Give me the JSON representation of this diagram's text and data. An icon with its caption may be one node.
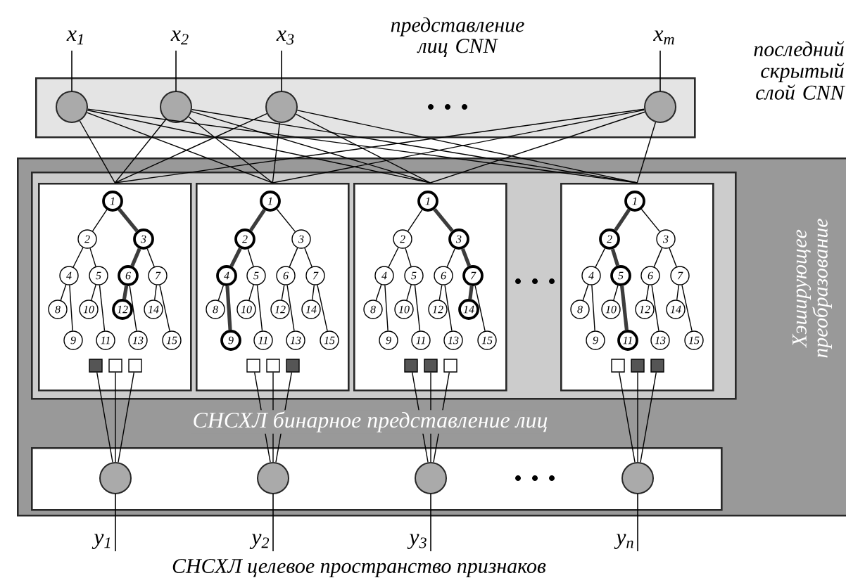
{
  "diagram": {
    "nodes": [
      {
        "text": [],
        "shape": "box"
      },
      {
        "text": [],
        "shape": "circle",
        "in": 0,
        "beside": [
          "x$_{1}$"
        ]
      },
      {
        "text": [],
        "shape": "circle",
        "in": 0,
        "beside": [
          "x$_{2}$"
        ]
      },
      {
        "text": [],
        "shape": "circle",
        "in": 0,
        "beside": [
          "x$_{3}$"
        ]
      },
      {
        "text": [],
        "shape": "circle",
        "in": 0,
        "beside": [
          "x$_{m}$"
        ]
      },
      {
        "text": [
          "Хэширующее преобразование"
        ]
      },
      {
        "text": [],
        "shape": "box",
        "in": 5
      },
      {
        "text": [],
        "shape": "box",
        "in": 6
      },
      {
        "text": [
          "1"
        ],
        "in": 7
      },
      {
        "text": [
          "2"
        ],
        "in": 7
      },
      {
        "text": [
          "3"
        ],
        "in": 7
      },
      {
        "text": [
          "4"
        ],
        "in": 7
      },
      {
        "text": [
          "5"
        ],
        "in": 7
      },
      {
        "text": [
          "6"
        ],
        "in": 7
      },
      {
        "text": [
          "7"
        ],
        "in": 7
      },
      {
        "text": [
          "8"
        ],
        "in": 7
      },
      {
        "text": [
          "9"
        ],
        "in": 7
      },
      {
        "text": [
          "10"
        ],
        "in": 7
      },
      {
        "text": [
          "11"
        ],
        "in": 7
      },
      {
        "text": [
          "12"
        ],
        "in": 7
      },
      {
        "text": [
          "13"
        ],
        "in": 7
      },
      {
        "text": [
          "14"
        ],
        "in": 7
      },
      {
        "text": [
          "15"
        ],
        "in": 7
      },
      {
        "text": [],
        "shape": "box",
        "in": 7
      },
      {
        "text": [],
        "shape": "box",
        "in": 7
      },
      {
        "text": [],
        "shape": "box",
        "in": 7
      },
      {
        "text": [],
        "shape": "box",
        "in": 6
      },
      {
        "text": [
          "1"
        ],
        "in": 26
      },
      {
        "text": [
          "2"
        ],
        "in": 26
      },
      {
        "text": [
          "3"
        ],
        "in": 26
      },
      {
        "text": [
          "4"
        ],
        "in": 26
      },
      {
        "text": [
          "5"
        ],
        "in": 26
      },
      {
        "text": [
          "6"
        ],
        "in": 26
      },
      {
        "text": [
          "7"
        ],
        "in": 26
      },
      {
        "text": [
          "8"
        ],
        "in": 26
      },
      {
        "text": [
          "9"
        ],
        "in": 26
      },
      {
        "text": [
          "10"
        ],
        "in": 26
      },
      {
        "text": [
          "11"
        ],
        "in": 26
      },
      {
        "text": [
          "12"
        ],
        "in": 26
      },
      {
        "text": [
          "13"
        ],
        "in": 26
      },
      {
        "text": [
          "14"
        ],
        "in": 26
      },
      {
        "text": [
          "15"
        ],
        "in": 26
      },
      {
        "text": [],
        "shape": "box",
        "in": 26
      },
      {
        "text": [],
        "shape": "box",
        "in": 26
      },
      {
        "text": [],
        "shape": "box",
        "in": 26
      },
      {
        "text": [],
        "shape": "box",
        "in": 6
      },
      {
        "text": [
          "1"
        ],
        "in": 45
      },
      {
        "text": [
          "2"
        ],
        "in": 45
      },
      {
        "text": [
          "3"
        ],
        "in": 45
      },
      {
        "text": [
          "4"
        ],
        "in": 45
      },
      {
        "text": [
          "5"
        ],
        "in": 45
      },
      {
        "text": [
          "6"
        ],
        "in": 45
      },
      {
        "text": [
          "7"
        ],
        "in": 45
      },
      {
        "text": [
          "8"
        ],
        "in": 45
      },
      {
        "text": [
          "9"
        ],
        "in": 45
      },
      {
        "text": [
          "10"
        ],
        "in": 45
      },
      {
        "text": [
          "11"
        ],
        "in": 45
      },
      {
        "text": [
          "12"
        ],
        "in": 45
      },
      {
        "text": [
          "13"
        ],
        "in": 45
      },
      {
        "text": [
          "14"
        ],
        "in": 45
      },
      {
        "text": [
          "15"
        ],
        "in": 45
      },
      {
        "text": [],
        "shape": "box",
        "in": 45
      },
      {
        "text": [],
        "shape": "box",
        "in": 45
      },
      {
        "text": [],
        "shape": "box",
        "in": 45
      },
      {
        "text": [],
        "shape": "box",
        "in": 6
      },
      {
        "text": [
          "1"
        ],
        "in": 64
      },
      {
        "text": [
          "2"
        ],
        "in": 64
      },
      {
        "text": [
          "3"
        ],
        "in": 64
      },
      {
        "text": [
          "4"
        ],
        "in": 64
      },
      {
        "text": [
          "5"
        ],
        "in": 64
      },
      {
        "text": [
          "6"
        ],
        "in": 64
      },
      {
        "text": [
          "7"
        ],
        "in": 64
      },
      {
        "text": [
          "8"
        ],
        "in": 64
      },
      {
        "text": [
          "9"
        ],
        "in": 64
      },
      {
        "text": [
          "10"
        ],
        "in": 64
      },
      {
        "text": [
          "11"
        ],
        "in": 64
      },
      {
        "text": [
          "12"
        ],
        "in": 64
      },
      {
        "text": [
          "13"
        ],
        "in": 64
      },
      {
        "text": [
          "14"
        ],
        "in": 64
      },
      {
        "text": [
          "15"
        ],
        "in": 64
      },
      {
        "text": [],
        "shape": "box",
        "in": 64
      },
      {
        "text": [],
        "shape": "box",
        "in": 64
      },
      {
        "text": [],
        "shape": "box",
        "in": 64
      },
      {
        "text": [],
        "shape": "box",
        "in": 5
      },
      {
        "text": [],
        "shape": "circle",
        "in": 83,
        "beside": [
          "y$_{1}$"
        ]
      },
      {
        "text": [],
        "shape": "circle",
        "in": 83,
        "beside": [
          "y$_{2}$"
        ]
      },
      {
        "text": [],
        "shape": "circle",
        "in": 83,
        "beside": [
          "y$_{3}$"
        ]
      },
      {
        "text": [],
        "shape": "circle",
        "in": 83,
        "beside": [
          "y$_{n}$"
        ]
      }
    ],
    "edges": [
      {
        "from": 1,
        "to": 7,
        "arrow": "none"
      },
      {
        "from": 1,
        "to": 26,
        "arrow": "none"
      },
      {
        "from": 1,
        "to": 45,
        "arrow": "none"
      },
      {
        "from": 1,
        "to": 64,
        "arrow": "none"
      },
      {
        "from": 2,
        "to": 7,
        "arrow": "none"
      },
      {
        "from": 2,
        "to": 26,
        "arrow": "none"
      },
      {
        "from": 2,
        "to": 45,
        "arrow": "none"
      },
      {
        "from": 2,
        "to": 64,
        "arrow": "none"
      },
      {
        "from": 3,
        "to": 7,
        "arrow": "none"
      },
      {
        "from": 3,
        "to": 26,
        "arrow": "none"
      },
      {
        "from": 3,
        "to": 45,
        "arrow": "none"
      },
      {
        "from": 3,
        "to": 64,
        "arrow": "none"
      },
      {
        "from": 4,
        "to": 7,
        "arrow": "none"
      },
      {
        "from": 4,
        "to": 26,
        "arrow": "none"
      },
      {
        "from": 4,
        "to": 45,
        "arrow": "none"
      },
      {
        "from": 4,
        "to": 64,
        "arrow": "none"
      },
      {
        "from": 8,
        "to": 9,
        "arrow": "none"
      },
      {
        "from": 8,
        "to": 10,
        "arrow": "none",
        "style": "thick"
      },
      {
        "from": 9,
        "to": 11,
        "arrow": "none"
      },
      {
        "from": 9,
        "to": 12,
        "arrow": "none"
      },
      {
        "from": 10,
        "to": 13,
        "arrow": "none",
        "style": "thick"
      },
      {
        "from": 10,
        "to": 14,
        "arrow": "none"
      },
      {
        "from": 11,
        "to": 15,
        "arrow": "none"
      },
      {
        "from": 11,
        "to": 16,
        "arrow": "none"
      },
      {
        "from": 12,
        "to": 17,
        "arrow": "none"
      },
      {
        "from": 12,
        "to": 18,
        "arrow": "none"
      },
      {
        "from": 13,
        "to": 19,
        "arrow": "none",
        "style": "thick"
      },
      {
        "from": 13,
        "to": 20,
        "arrow": "none"
      },
      {
        "from": 14,
        "to": 21,
        "arrow": "none"
      },
      {
        "from": 14,
        "to": 22,
        "arrow": "none"
      },
      {
        "from": 27,
        "to": 28,
        "arrow": "none",
        "style": "thick"
      },
      {
        "from": 27,
        "to": 29,
        "arrow": "none"
      },
      {
        "from": 28,
        "to": 30,
        "arrow": "none",
        "style": "thick"
      },
      {
        "from": 28,
        "to": 31,
        "arrow": "none"
      },
      {
        "from": 29,
        "to": 32,
        "arrow": "none"
      },
      {
        "from": 29,
        "to": 33,
        "arrow": "none"
      },
      {
        "from": 30,
        "to": 34,
        "arrow": "none"
      },
      {
        "from": 30,
        "to": 35,
        "arrow": "none",
        "style": "thick"
      },
      {
        "from": 31,
        "to": 36,
        "arrow": "none"
      },
      {
        "from": 31,
        "to": 37,
        "arrow": "none"
      },
      {
        "from": 32,
        "to": 38,
        "arrow": "none"
      },
      {
        "from": 32,
        "to": 39,
        "arrow": "none"
      },
      {
        "from": 33,
        "to": 40,
        "arrow": "none"
      },
      {
        "from": 33,
        "to": 41,
        "arrow": "none"
      },
      {
        "from": 46,
        "to": 47,
        "arrow": "none"
      },
      {
        "from": 46,
        "to": 48,
        "arrow": "none",
        "style": "thick"
      },
      {
        "from": 47,
        "to": 49,
        "arrow": "none"
      },
      {
        "from": 47,
        "to": 50,
        "arrow": "none"
      },
      {
        "from": 48,
        "to": 51,
        "arrow": "none"
      },
      {
        "from": 48,
        "to": 52,
        "arrow": "none",
        "style": "thick"
      },
      {
        "from": 49,
        "to": 53,
        "arrow": "none"
      },
      {
        "from": 49,
        "to": 54,
        "arrow": "none"
      },
      {
        "from": 50,
        "to": 55,
        "arrow": "none"
      },
      {
        "from": 50,
        "to": 56,
        "arrow": "none"
      },
      {
        "from": 51,
        "to": 57,
        "arrow": "none"
      },
      {
        "from": 51,
        "to": 58,
        "arrow": "none"
      },
      {
        "from": 52,
        "to": 59,
        "arrow": "none",
        "style": "thick"
      },
      {
        "from": 52,
        "to": 60,
        "arrow": "none"
      },
      {
        "from": 65,
        "to": 66,
        "arrow": "none",
        "style": "thick"
      },
      {
        "from": 65,
        "to": 67,
        "arrow": "none"
      },
      {
        "from": 66,
        "to": 68,
        "arrow": "none"
      },
      {
        "from": 66,
        "to": 69,
        "arrow": "none",
        "style": "thick"
      },
      {
        "from": 67,
        "to": 70,
        "arrow": "none"
      },
      {
        "from": 67,
        "to": 71,
        "arrow": "none"
      },
      {
        "from": 68,
        "to": 72,
        "arrow": "none"
      },
      {
        "from": 68,
        "to": 73,
        "arrow": "none"
      },
      {
        "from": 69,
        "to": 74,
        "arrow": "none"
      },
      {
        "from": 69,
        "to": 75,
        "arrow": "none",
        "style": "thick"
      },
      {
        "from": 70,
        "to": 76,
        "arrow": "none"
      },
      {
        "from": 70,
        "to": 77,
        "arrow": "none"
      },
      {
        "from": 71,
        "to": 78,
        "arrow": "none"
      },
      {
        "from": 71,
        "to": 79,
        "arrow": "none"
      },
      {
        "from": 23,
        "to": 84,
        "arrow": "none"
      },
      {
        "from": 24,
        "to": 84,
        "arrow": "none"
      },
      {
        "from": 25,
        "to": 84,
        "arrow": "none"
      },
      {
        "from": 42,
        "to": 85,
        "arrow": "none"
      },
      {
        "from": 43,
        "to": 85,
        "arrow": "none"
      },
      {
        "from": 44,
        "to": 85,
        "arrow": "none"
      },
      {
        "from": 61,
        "to": 86,
        "arrow": "none"
      },
      {
        "from": 62,
        "to": 86,
        "arrow": "none"
      },
      {
        "from": 63,
        "to": 86,
        "arrow": "none"
      },
      {
        "from": 80,
        "to": 87,
        "arrow": "none"
      },
      {
        "from": 81,
        "to": 87,
        "arrow": "none"
      },
      {
        "from": 82,
        "to": 87,
        "arrow": "none"
      }
    ],
    "labels": [
      "представление лиц CNN",
      "последний скрытый слой CNN",
      "СНСХЛ бинарное представление лиц",
      "СНСХЛ целевое пространство признаков"
    ]
  }
}
